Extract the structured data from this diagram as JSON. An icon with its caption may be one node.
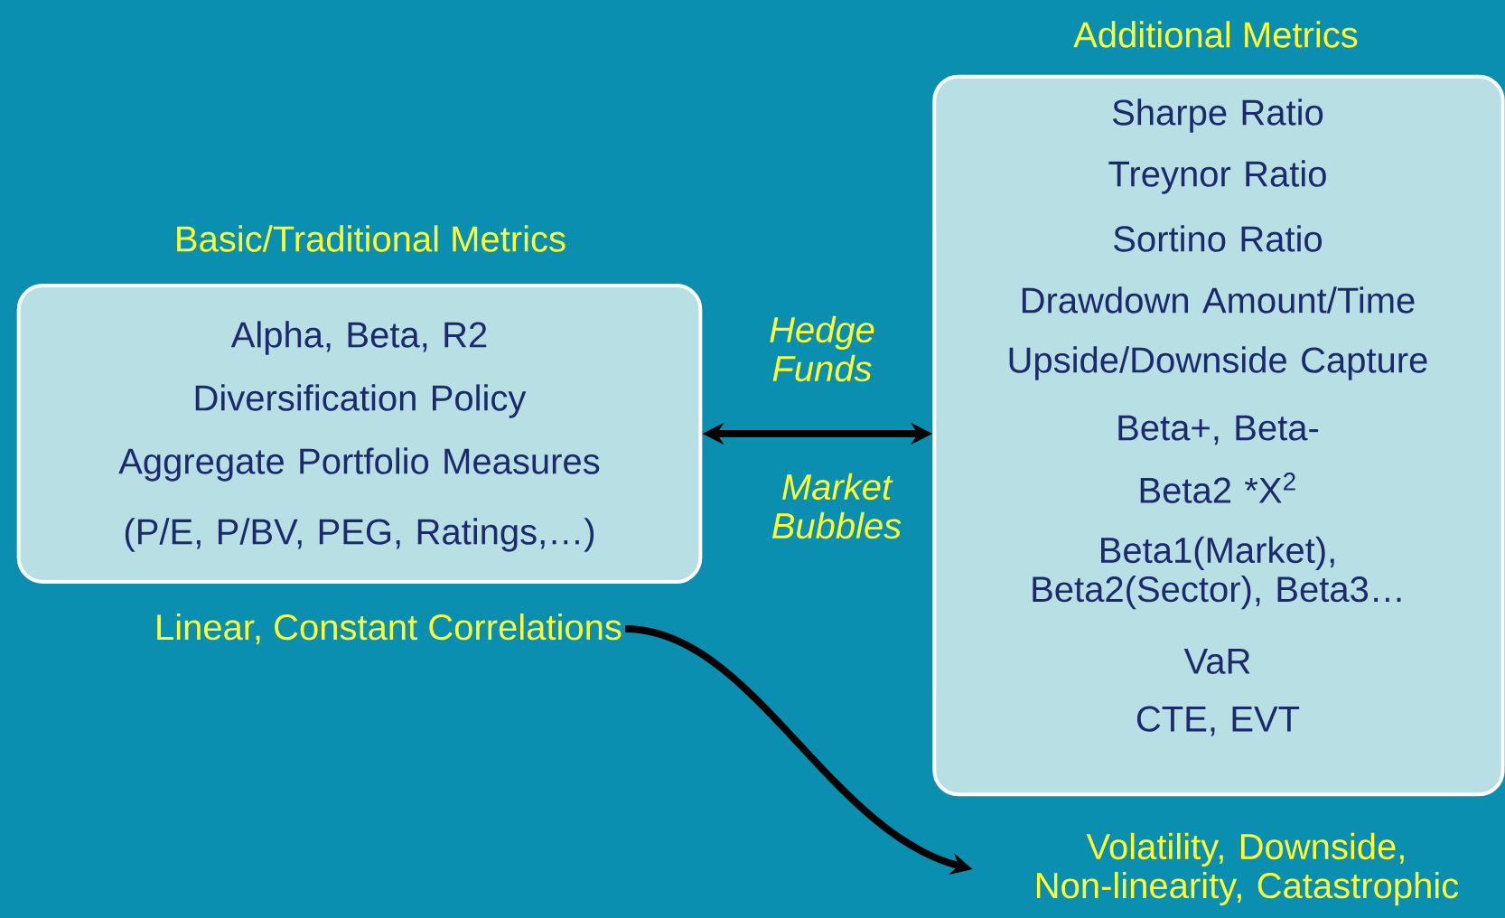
{
  "diagram": {
    "nodes": [
      {
        "text": [
          "Basic/Traditional Metrics",
          "Alpha, Beta, R2",
          "Diversification Policy",
          "Aggregate Portfolio Measures",
          "(P/E, P/BV, PEG, Ratings,…)"
        ]
      },
      {
        "text": [
          "Additional Metrics",
          "Sharpe Ratio",
          "Treynor Ratio",
          "Sortino Ratio",
          "Drawdown Amount/Time",
          "Upside/Downside Capture",
          "Beta+, Beta-",
          "Beta2 *X$^{2}$",
          "Beta1(Market), Beta2(Sector), Beta3…",
          "VaR",
          "CTE, EVT"
        ]
      },
      {
        "text": [
          "Linear, Constant Correlations"
        ]
      },
      {
        "text": [
          "Volatility, Downside, Non-linearity, Catastrophic"
        ]
      }
    ],
    "edges": [
      {
        "from": 0,
        "to": 1,
        "arrow": "both",
        "label": "Hedge Funds"
      },
      {
        "from": 2,
        "to": 3,
        "arrow": "to"
      }
    ],
    "labels": [
      "Market Bubbles"
    ]
  }
}
